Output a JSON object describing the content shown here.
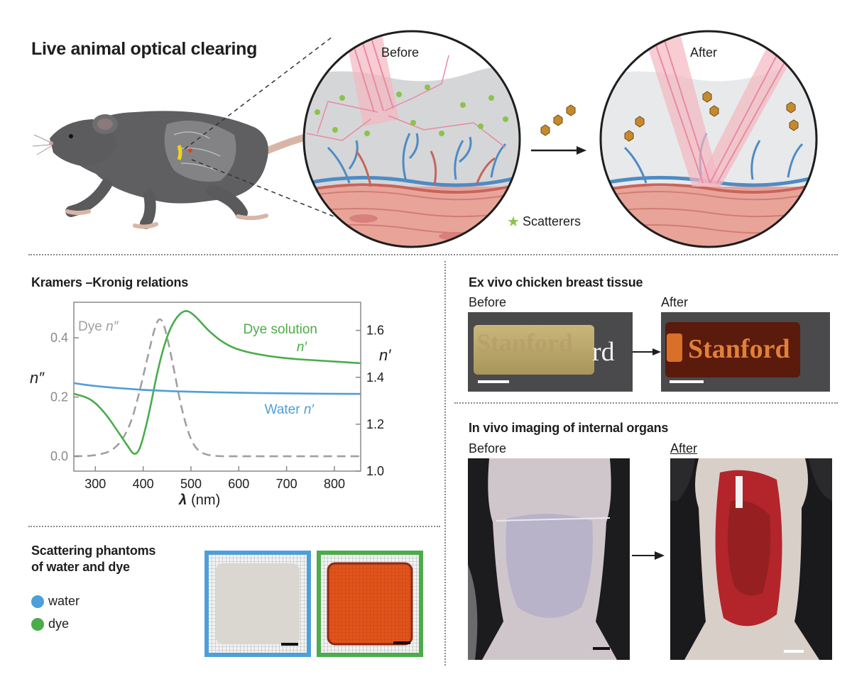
{
  "header": {
    "title": "Live animal optical clearing"
  },
  "top_diagram": {
    "before_label": "Before",
    "after_label": "After",
    "scatterers_label": "Scatterers"
  },
  "kk": {
    "title": "Kramers –Kronig relations",
    "chart_data": {
      "type": "line",
      "xlabel_symbol": "λ",
      "xlabel_unit": "(nm)",
      "ylabel_left": "n″",
      "ylabel_right": "n′",
      "xlim": [
        255,
        855
      ],
      "ylim_left": [
        -0.05,
        0.52
      ],
      "ylim_right": [
        1.0,
        1.72
      ],
      "x_ticks": [
        300,
        400,
        500,
        600,
        700,
        800
      ],
      "y_ticks_left": [
        "0.0",
        "0.2",
        "0.4"
      ],
      "y_ticks_left_values": [
        0.0,
        0.2,
        0.4
      ],
      "y_ticks_right": [
        "1.0",
        "1.2",
        "1.4",
        "1.6"
      ],
      "y_ticks_right_values": [
        1.0,
        1.2,
        1.4,
        1.6
      ],
      "grid": false,
      "series": [
        {
          "name": "Dye n″",
          "label_main": "Dye ",
          "label_sym": "n″",
          "axis": "left",
          "color": "#a0a0a0",
          "dashed": true,
          "x": [
            255,
            300,
            340,
            370,
            390,
            410,
            425,
            435,
            445,
            460,
            480,
            500,
            520,
            550,
            600,
            700,
            855
          ],
          "y": [
            0.0,
            0.002,
            0.02,
            0.09,
            0.2,
            0.34,
            0.44,
            0.47,
            0.44,
            0.33,
            0.16,
            0.05,
            0.01,
            0.0,
            0.0,
            0.0,
            0.0
          ]
        },
        {
          "name": "Dye solution n′",
          "label_main": "Dye solution",
          "label_sym": "n′",
          "axis": "right",
          "color": "#4bac4b",
          "dashed": false,
          "x": [
            255,
            290,
            320,
            350,
            370,
            380,
            390,
            400,
            415,
            430,
            450,
            470,
            490,
            510,
            540,
            580,
            630,
            700,
            780,
            855
          ],
          "y": [
            1.33,
            1.31,
            1.25,
            1.16,
            1.1,
            1.07,
            1.08,
            1.14,
            1.27,
            1.43,
            1.58,
            1.66,
            1.69,
            1.66,
            1.59,
            1.53,
            1.5,
            1.48,
            1.47,
            1.46
          ]
        },
        {
          "name": "Water n′",
          "label_main": "Water ",
          "label_sym": "n′",
          "axis": "right",
          "color": "#4e9fd9",
          "dashed": false,
          "x": [
            255,
            300,
            400,
            500,
            600,
            700,
            855
          ],
          "y": [
            1.375,
            1.362,
            1.345,
            1.338,
            1.334,
            1.331,
            1.329
          ]
        }
      ]
    }
  },
  "phantoms": {
    "title_line1": "Scattering phantoms",
    "title_line2": "of water and dye",
    "legend": [
      {
        "label": "water",
        "color": "#4e9fd9"
      },
      {
        "label": "dye",
        "color": "#4bac4b"
      }
    ]
  },
  "exvivo": {
    "title": "Ex vivo chicken breast tissue",
    "before_label": "Before",
    "after_label": "After",
    "logo_text": "Stanford",
    "logo_tail": "rd"
  },
  "invivo": {
    "title": "In vivo imaging of internal organs",
    "before_label": "Before",
    "after_label": "After"
  }
}
